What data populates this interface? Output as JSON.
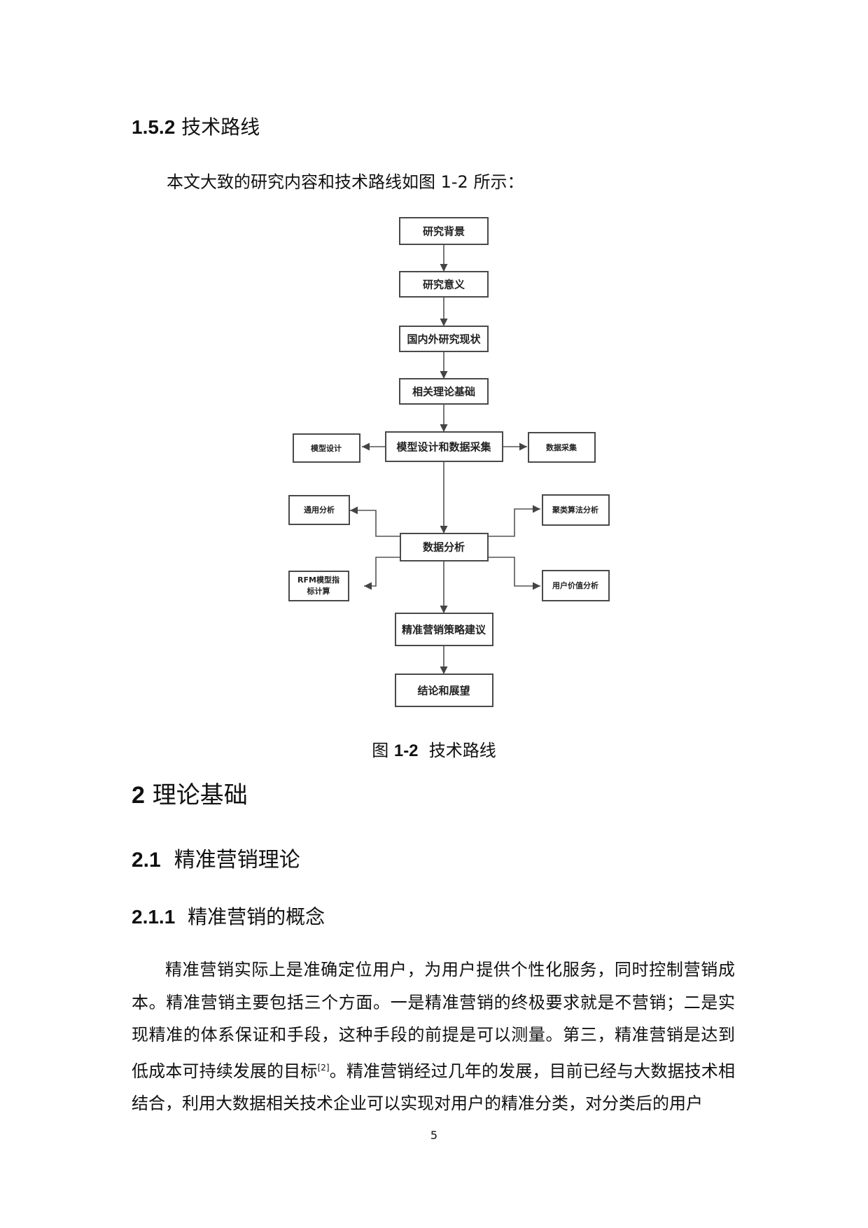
{
  "section_152": {
    "number": "1.5.2",
    "title": "技术路线"
  },
  "intro_text": "本文大致的研究内容和技术路线如图 1-2 所示：",
  "flowchart": {
    "main": [
      "研究背景",
      "研究意义",
      "国内外研究现状",
      "相关理论基础",
      "模型设计和数据采集",
      "数据分析",
      "精准营销策略建议",
      "结论和展望"
    ],
    "model_design": "模型设计",
    "data_collection": "数据采集",
    "general_analysis": "通用分析",
    "rfm_line1": "RFM模型指",
    "rfm_line2": "标计算",
    "cluster_analysis": "聚类算法分析",
    "user_value_analysis": "用户价值分析"
  },
  "figure_caption": {
    "label": "图",
    "number": "1-2",
    "title": "技术路线"
  },
  "chapter2": {
    "number": "2",
    "title": "理论基础"
  },
  "section21": {
    "number": "2.1",
    "title": "精准营销理论"
  },
  "section211": {
    "number": "2.1.1",
    "title": "精准营销的概念"
  },
  "paragraph": {
    "part1": "精准营销实际上是准确定位用户，为用户提供个性化服务，同时控制营销成本。精准营销主要包括三个方面。一是精准营销的终极要求就是不营销；二是实现精准的体系保证和手段，这种手段的前提是可以测量。第三，精准营销是达到低成本可持续发展的目标",
    "citation": "[2]",
    "part2": "。精准营销经过几年的发展，目前已经与大数据技术相结合，利用大数据相关技术企业可以实现对用户的精准分类，对分类后的用户"
  },
  "page_number": "5"
}
